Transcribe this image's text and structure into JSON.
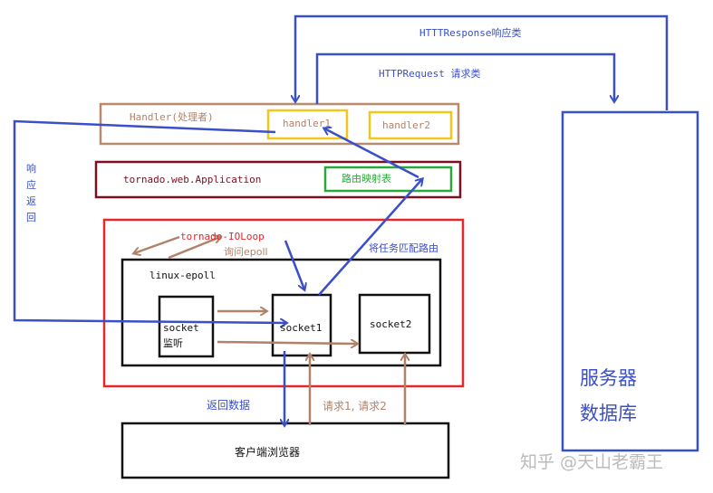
{
  "labels": {
    "httpresponse": "HTTTResponse响应类",
    "httprequest": "HTTPRequest 请求类",
    "handler_layer": "Handler(处理者)",
    "handler1": "handler1",
    "handler2": "handler2",
    "application": "tornado.web.Application",
    "route_map": "路由映射表",
    "ioloop": "tornado-IOLoop",
    "ask_epoll": "询问epoll",
    "match_route": "将任务匹配路由",
    "linux_epoll": "linux-epoll",
    "socket_listen_1": "socket",
    "socket_listen_2": "监听",
    "socket1": "socket1",
    "socket2": "socket2",
    "respond_back": [
      "响",
      "应",
      "返",
      "回"
    ],
    "return_data": "返回数据",
    "requests": "请求1, 请求2",
    "client_browser": "客户端浏览器",
    "server_db_1": "服务器",
    "server_db_2": "数据库",
    "watermark": "知乎 @天山老霸王"
  },
  "colors": {
    "blue": "#3a4fc8",
    "brown": "#b0826a",
    "handler_border": "#b68b6e",
    "yellow": "#f5c518",
    "dark_red": "#7a1020",
    "green": "#2aa83c",
    "red": "#e0282e",
    "black": "#111111",
    "watermark": "#bbbbbb"
  }
}
